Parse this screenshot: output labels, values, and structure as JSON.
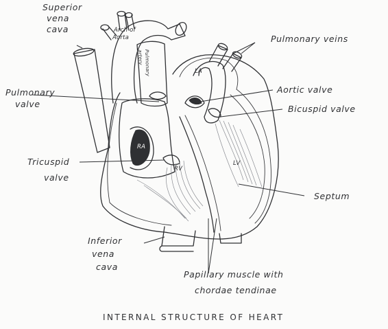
{
  "labels": {
    "superior_vena_cava": [
      "Superior",
      "vena",
      "cava"
    ],
    "arch_of_aorta": [
      "Arch of",
      "Aorta"
    ],
    "pulmonary_artery": [
      "Pulmonary",
      "artery"
    ],
    "pulmonary_veins": "Pulmonary veins",
    "pulmonary_valve": [
      "Pulmonary",
      "valve"
    ],
    "aortic_valve": "Aortic valve",
    "bicuspid_valve": "Bicuspid valve",
    "tricuspid_valve": [
      "Tricuspid",
      "valve"
    ],
    "septum": "Septum",
    "inferior_vena_cava": [
      "Inferior",
      "vena",
      "cava"
    ],
    "papillary_muscle": [
      "Papillary muscle with",
      "chordae tendinae"
    ],
    "la": "LA",
    "ra": "RA",
    "rv": "RV",
    "lv": "LV"
  },
  "title": "INTERNAL STRUCTURE OF HEART"
}
